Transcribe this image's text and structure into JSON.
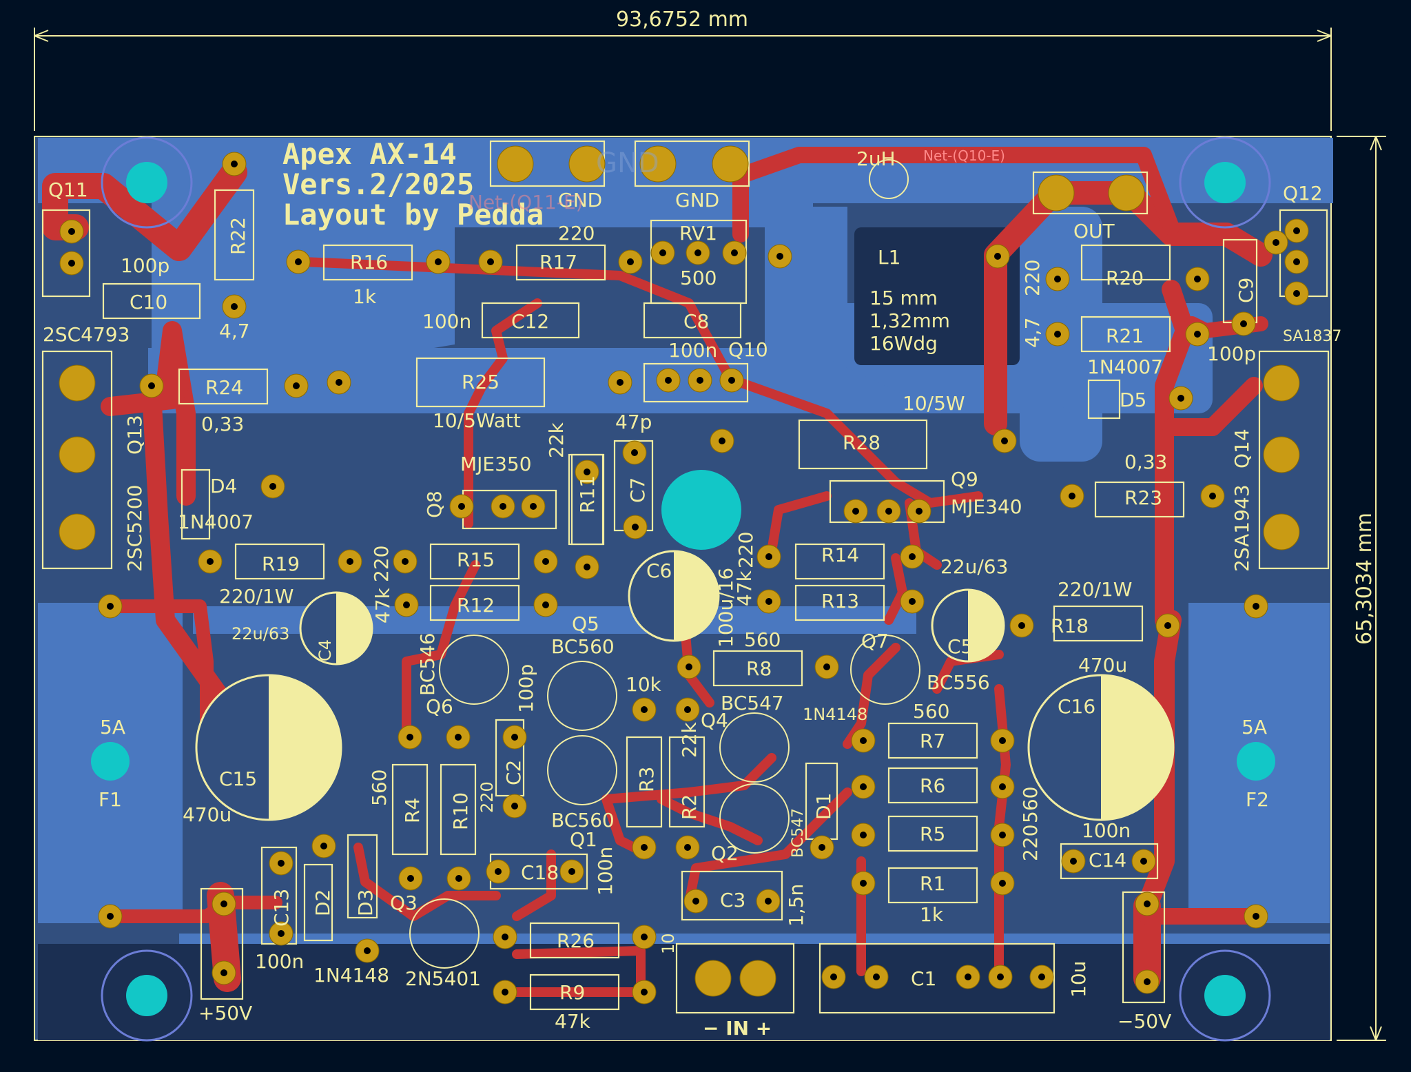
{
  "board": {
    "title_lines": [
      "Apex AX-14",
      "Vers.2/2025",
      "Layout by Pedda"
    ],
    "dim_width": "93,6752  mm",
    "dim_height": "65,3034  mm",
    "colors": {
      "background": "#001023",
      "board": "#324f7e",
      "copper_pour": "#4a78c0",
      "trace": "#c83434",
      "silk": "#f2eda1",
      "pad": "#c99b14",
      "mounting_hole": "#12c7c7",
      "courtyard": "#c23bd4"
    }
  },
  "labels": {
    "Q11": "Q11",
    "Q12": "Q12",
    "Q13": "Q13",
    "Q14": "Q14",
    "2SC4793": "2SC4793",
    "SA1837": "SA1837",
    "2SC5200": "2SC5200",
    "2SA1943": "2SA1943",
    "R22": "R22",
    "R16": "R16",
    "R17": "R17",
    "RV1": "RV1",
    "R20": "R20",
    "R21": "R21",
    "R24": "R24",
    "R25": "R25",
    "R28": "R28",
    "R23": "R23",
    "R19": "R19",
    "R15": "R15",
    "R12": "R12",
    "R11": "R11",
    "R14": "R14",
    "R13": "R13",
    "R18": "R18",
    "R8": "R8",
    "R7": "R7",
    "R6": "R6",
    "R5": "R5",
    "R1": "R1",
    "R4": "R4",
    "R10": "R10",
    "R3": "R3",
    "R2": "R2",
    "R26": "R26",
    "R9": "R9",
    "C10": "C10",
    "C12": "C12",
    "C8": "C8",
    "C9": "C9",
    "C7": "C7",
    "C6": "C6",
    "C4": "C4",
    "C5": "C5",
    "C15": "C15",
    "C16": "C16",
    "C2": "C2",
    "C18": "C18",
    "C3": "C3",
    "C14": "C14",
    "C13": "C13",
    "C1": "C1",
    "D4": "D4",
    "D5": "D5",
    "D1": "D1",
    "D2": "D2",
    "D3": "D3",
    "L1": "L1",
    "Q8": "Q8",
    "Q9": "Q9",
    "Q10": "Q10",
    "Q5": "Q5",
    "Q6": "Q6",
    "Q7": "Q7",
    "Q4": "Q4",
    "Q1": "Q1",
    "Q2": "Q2",
    "Q3": "Q3",
    "F1": "F1",
    "F2": "F2",
    "v100p_a": "100p",
    "v1k_a": "1k",
    "v220_a": "220",
    "v500": "500",
    "v4_7a": "4,7",
    "v100n_a": "100n",
    "v100n_b": "100n",
    "v0_33a": "0,33",
    "v10_5Watt": "10/5Watt",
    "v22k_a": "22k",
    "v47p": "47p",
    "MJE350": "MJE350",
    "1N4007_a": "1N4007",
    "v220_1W_a": "220/1W",
    "v220_b": "220",
    "v47k_a": "47k",
    "v22u63_a": "22u/63",
    "BC546": "BC546",
    "BC560_a": "BC560",
    "v100p_b": "100p",
    "v10k": "10k",
    "v100u16": "100u/16",
    "v47k_b": "47k",
    "v220_c": "220",
    "v560_a": "560",
    "BC556": "BC556",
    "v22u63_b": "22u/63",
    "v220_1W_b": "220/1W",
    "v470u_a": "470u",
    "v470u_b": "470u",
    "BC547_a": "BC547",
    "BC547_b": "BC547",
    "1N4148_a": "1N4148",
    "v560_b": "560",
    "v560_c": "560",
    "v22k_b": "22k",
    "BC560_b": "BC560",
    "v220_d": "220",
    "v100n_c": "100n",
    "v1_5n": "1,5n",
    "v560_d": "560",
    "v220_e": "220",
    "v100n_d": "100n",
    "v100n_e": "100n",
    "1N4148_b": "1N4148",
    "2N5401": "2N5401",
    "v10": "10",
    "v47k_c": "47k",
    "v1k_b": "1k",
    "v10u": "10u",
    "v5A_a": "5A",
    "v5A_b": "5A",
    "plus50V": "+50V",
    "minus50V": "−50V",
    "IN": "− IN +",
    "v2uH": "2uH",
    "OUT": "OUT",
    "GND_a": "GND",
    "GND_b": "GND",
    "v220_f": "220",
    "v4_7b": "4,7",
    "v100p_c": "100p",
    "1N4007_b": "1N4007",
    "v10_5W": "10/5W",
    "v0_33b": "0,33",
    "MJE340": "MJE340",
    "L1_size": "15  mm",
    "L1_wire": "1,32mm",
    "L1_turns": "16Wdg",
    "net_q10e": "Net-(Q10-E)",
    "net_q11e": "Net-(Q11-E)",
    "ghost_gnd": "GND"
  }
}
